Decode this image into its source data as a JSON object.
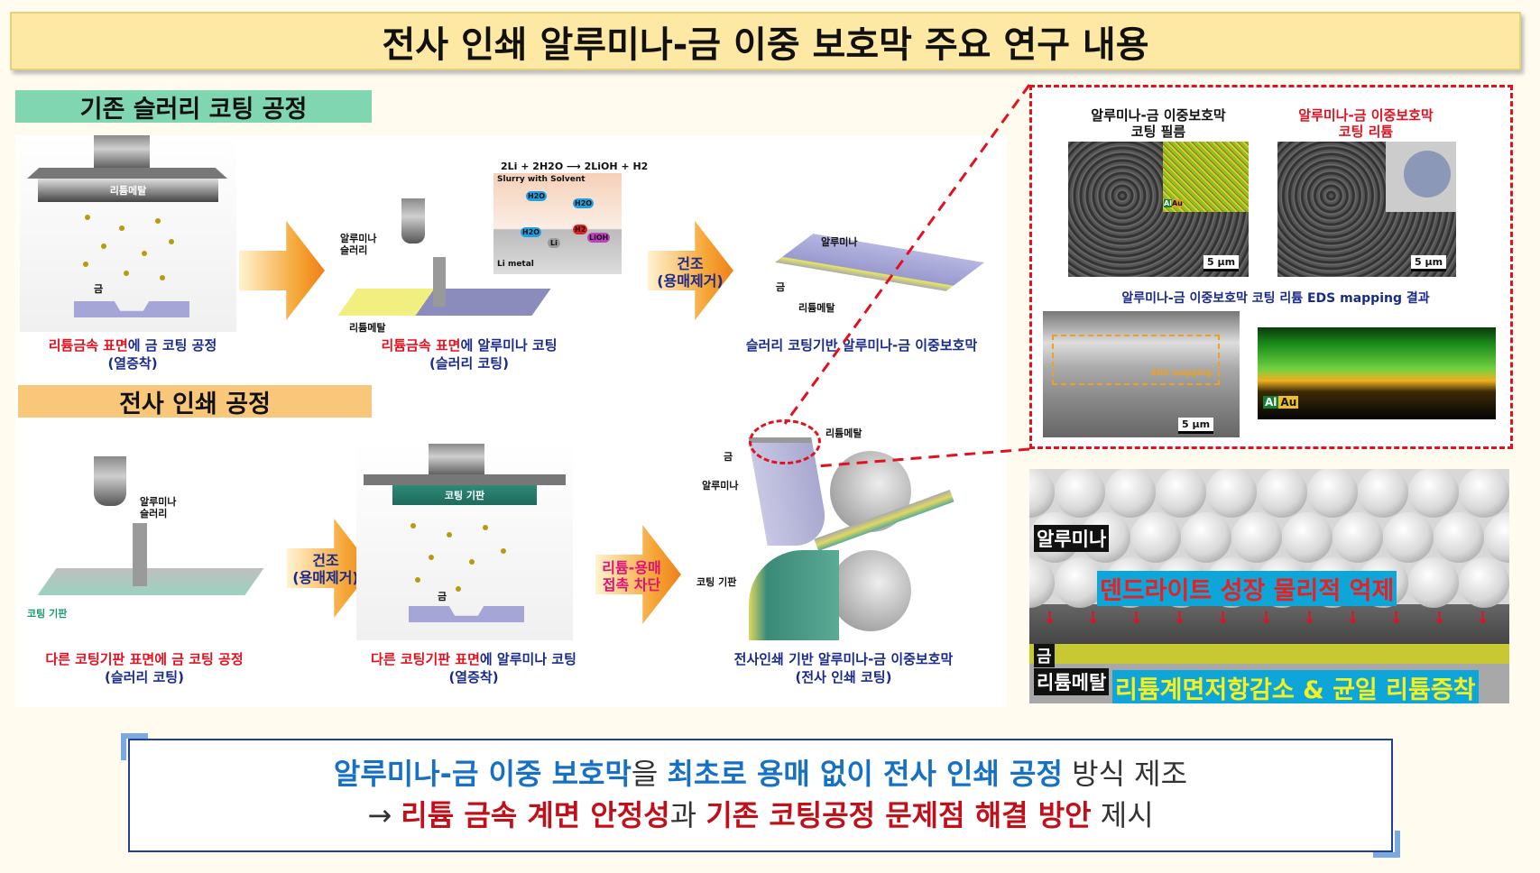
{
  "title": "전사 인쇄 알루미나-금 이중 보호막 주요 연구 내용",
  "section_slurry": {
    "heading": "기존 슬러리 코팅 공정",
    "colors": {
      "bg": "#7fd6b0"
    },
    "step1": {
      "plate_label": "리튬메탈",
      "gold_label": "금",
      "caption_red": "리튬금속 표면",
      "caption_rest": "에 금 코팅 공정",
      "caption_line2": "(열증착)"
    },
    "step2": {
      "nozzle_label": "알루미나\n슬러리",
      "base_label": "리튬메탈",
      "equation": "2Li + 2H2O ⟶ 2LiOH + H2",
      "inset_top": "Slurry with Solvent",
      "inset_bottom": "Li metal",
      "molecules": [
        "H2O",
        "H2O",
        "H2O",
        "Li",
        "H2",
        "LiOH"
      ],
      "caption_red": "리튬금속 표면",
      "caption_rest": "에 알루미나 코팅",
      "caption_line2": "(슬러리 코팅)"
    },
    "arrow2": "건조\n(용매제거)",
    "step3": {
      "label_top": "알루미나",
      "label_gold": "금",
      "label_metal": "리튬메탈",
      "caption": "슬러리 코팅기반 알루미나-금 이중보호막"
    }
  },
  "section_transfer": {
    "heading": "전사 인쇄 공정",
    "colors": {
      "bg": "#f8c77a"
    },
    "step1": {
      "nozzle_label": "알루미나\n슬러리",
      "base_label": "코팅 기판",
      "caption_red": "다른 코팅기판 표면",
      "caption_rest": "에 금 코팅 공정",
      "caption_line2": "(슬러리 코팅)"
    },
    "arrow1": "건조\n(용매제거)",
    "step2": {
      "plate_label": "코팅 기판",
      "gold_label": "금",
      "caption_red": "다른 코팅기판 표면",
      "caption_rest": "에 알루미나 코팅",
      "caption_line2": "(열증착)"
    },
    "arrow2": "리튬-용매\n접촉 차단",
    "step3": {
      "label_metal": "리튬메탈",
      "label_gold": "금",
      "label_alumina": "알루미나",
      "label_substrate": "코팅 기판",
      "caption": "전사인쇄 기반 알루미나-금 이중보호막",
      "caption_line2": "(전사 인쇄 코팅)"
    }
  },
  "results": {
    "film_title": "알루미나-금 이중보호막\n코팅 필름",
    "lithium_title": "알루미나-금 이중보호막\n코팅 리튬",
    "scale_bar": "5 μm",
    "legend_al": "Al",
    "legend_au": "Au",
    "eds_title": "알루미나-금 이중보호막 코팅 리튬 EDS mapping 결과",
    "eds_box_label": "EDS mapping"
  },
  "schematic": {
    "alumina": "알루미나",
    "gold": "금",
    "metal": "리튬메탈",
    "dendrite": "덴드라이트 성장 물리적 억제",
    "benefit": "리튬계면저항감소 & 균일 리튬증착"
  },
  "conclusion": {
    "line1": [
      {
        "t": "알루미나-금 이중 보호막",
        "c": "b1"
      },
      {
        "t": "을 ",
        "c": "b2"
      },
      {
        "t": "최초로 용매 없이 전사 인쇄 공정",
        "c": "b1"
      },
      {
        "t": " 방식 제조",
        "c": "b2"
      }
    ],
    "line2": [
      {
        "t": "→ ",
        "c": "b2"
      },
      {
        "t": "리튬 금속 계면 안정성",
        "c": "b3"
      },
      {
        "t": "과 ",
        "c": "b2"
      },
      {
        "t": "기존 코팅공정 문제점 해결 방안",
        "c": "b3"
      },
      {
        "t": " 제시",
        "c": "b2"
      }
    ]
  }
}
